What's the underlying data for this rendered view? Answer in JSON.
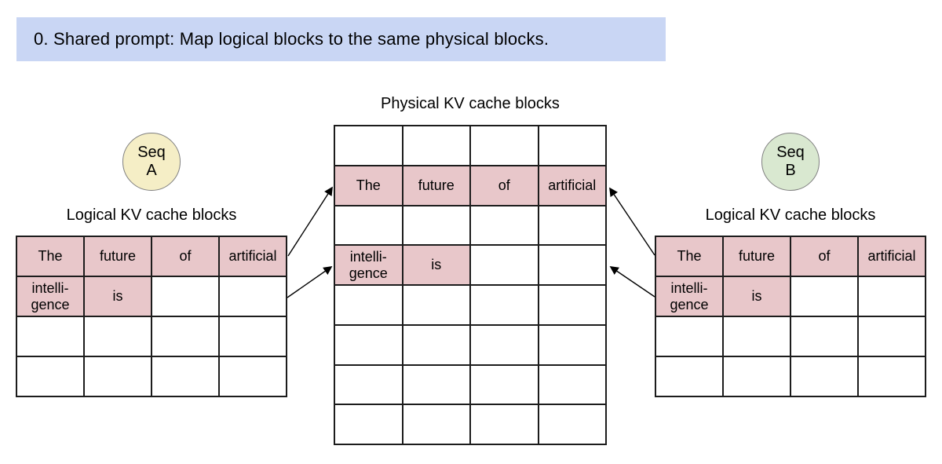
{
  "colors": {
    "banner_bg": "#c9d6f4",
    "highlight": "#e8c7ca",
    "seq_a_bg": "#f5eec6",
    "seq_b_bg": "#d9e8d0",
    "table_border": "#1c1c1c",
    "arrow": "#000000"
  },
  "banner": {
    "text": "0. Shared prompt: Map logical blocks to the same physical blocks."
  },
  "physical": {
    "label": "Physical KV cache blocks",
    "grid": {
      "rows": 8,
      "cols": 4,
      "cells": [
        {
          "r": 1,
          "c": 0,
          "text": "The"
        },
        {
          "r": 1,
          "c": 1,
          "text": "future"
        },
        {
          "r": 1,
          "c": 2,
          "text": "of"
        },
        {
          "r": 1,
          "c": 3,
          "text": "artificial"
        },
        {
          "r": 3,
          "c": 0,
          "text": "intelli-\ngence"
        },
        {
          "r": 3,
          "c": 1,
          "text": "is"
        }
      ]
    }
  },
  "seq_a": {
    "circle_line1": "Seq",
    "circle_line2": "A",
    "label": "Logical KV cache blocks",
    "grid": {
      "rows": 4,
      "cols": 4,
      "cells": [
        {
          "r": 0,
          "c": 0,
          "text": "The"
        },
        {
          "r": 0,
          "c": 1,
          "text": "future"
        },
        {
          "r": 0,
          "c": 2,
          "text": "of"
        },
        {
          "r": 0,
          "c": 3,
          "text": "artificial"
        },
        {
          "r": 1,
          "c": 0,
          "text": "intelli-\ngence"
        },
        {
          "r": 1,
          "c": 1,
          "text": "is"
        }
      ]
    }
  },
  "seq_b": {
    "circle_line1": "Seq",
    "circle_line2": "B",
    "label": "Logical KV cache blocks",
    "grid": {
      "rows": 4,
      "cols": 4,
      "cells": [
        {
          "r": 0,
          "c": 0,
          "text": "The"
        },
        {
          "r": 0,
          "c": 1,
          "text": "future"
        },
        {
          "r": 0,
          "c": 2,
          "text": "of"
        },
        {
          "r": 0,
          "c": 3,
          "text": "artificial"
        },
        {
          "r": 1,
          "c": 0,
          "text": "intelli-\ngence"
        },
        {
          "r": 1,
          "c": 1,
          "text": "is"
        }
      ]
    }
  },
  "mappings": [
    {
      "from": "seq-a-logical-block-0",
      "to": "physical-block-row-1"
    },
    {
      "from": "seq-a-logical-block-1",
      "to": "physical-block-row-3"
    },
    {
      "from": "seq-b-logical-block-0",
      "to": "physical-block-row-1"
    },
    {
      "from": "seq-b-logical-block-1",
      "to": "physical-block-row-3"
    }
  ]
}
